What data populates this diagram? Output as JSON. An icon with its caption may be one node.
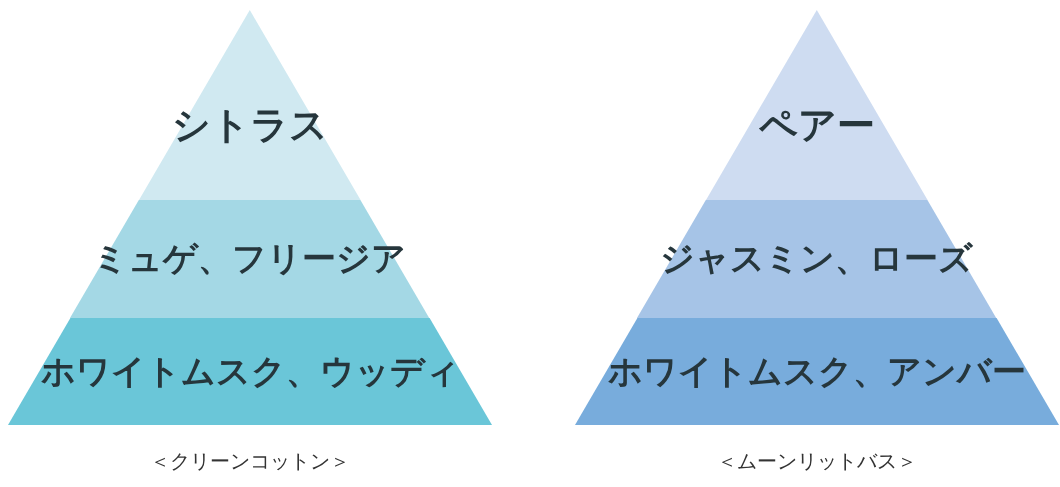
{
  "diagram": {
    "nodes": [
      {
        "text": [
          "シトラス"
        ]
      },
      {
        "text": [
          "ミュゲ、フリージア"
        ]
      },
      {
        "text": [
          "ホワイトムスク、ウッディ"
        ]
      },
      {
        "text": [
          "ペアー"
        ]
      },
      {
        "text": [
          "ジャスミン、ローズ"
        ]
      },
      {
        "text": [
          "ホワイトムスク、アンバー"
        ]
      }
    ],
    "labels": [
      "＜クリーンコットン＞",
      "＜ムーンリットバス＞"
    ]
  }
}
